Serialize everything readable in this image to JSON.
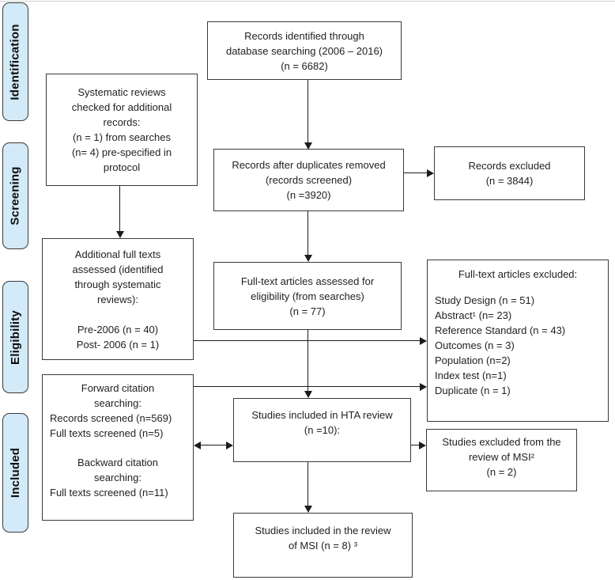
{
  "diagram": {
    "type": "prisma-flow",
    "background": "#ffffff",
    "box_border_color": "#3a3a3a",
    "arrow_color": "#1c1c1c",
    "stage_fill_color": "#d3eaf8",
    "stage_text_color": "#0d0d0d"
  },
  "stages": [
    {
      "label": "Identification"
    },
    {
      "label": "Screening"
    },
    {
      "label": "Eligibility"
    },
    {
      "label": "Included"
    }
  ],
  "boxes": {
    "records_identified": {
      "text": "Records identified through\ndatabase searching (2006 – 2016)\n(n = 6682)"
    },
    "systematic_reviews": {
      "text": "Systematic reviews\nchecked for additional\nrecords:\n(n = 1) from searches\n(n= 4) pre-specified in\nprotocol"
    },
    "records_after_duplicates": {
      "text": "Records after duplicates removed\n(records screened)\n(n =3920)"
    },
    "records_excluded": {
      "text": "Records excluded\n(n = 3844)"
    },
    "additional_full_texts": {
      "text": "Additional full texts\nassessed (identified\nthrough systematic\nreviews):\n\nPre-2006 (n = 40)\nPost- 2006 (n = 1)"
    },
    "full_text_assessed": {
      "text": "Full-text articles assessed for\neligibility (from searches)\n(n = 77)"
    },
    "full_text_excluded": {
      "title": "Full-text articles excluded:",
      "items": "Study Design (n = 51)\nAbstract¹ (n= 23)\nReference Standard (n = 43)\nOutcomes (n = 3)\nPopulation (n=2)\nIndex test (n=1)\nDuplicate (n = 1)"
    },
    "citation_searching": {
      "header_forward": "Forward citation\nsearching:",
      "forward_lines": "Records screened (n=569)\nFull texts screened (n=5)",
      "header_backward": "Backward citation\nsearching:",
      "backward_lines": "Full texts screened (n=11)"
    },
    "hta_review": {
      "text": "Studies included in HTA review\n(n =10):"
    },
    "studies_excluded_msi": {
      "text": "Studies excluded from the\nreview of MSI²\n(n = 2)"
    },
    "studies_included_msi": {
      "text": "Studies included in the review\nof MSI (n = 8) ³"
    }
  }
}
